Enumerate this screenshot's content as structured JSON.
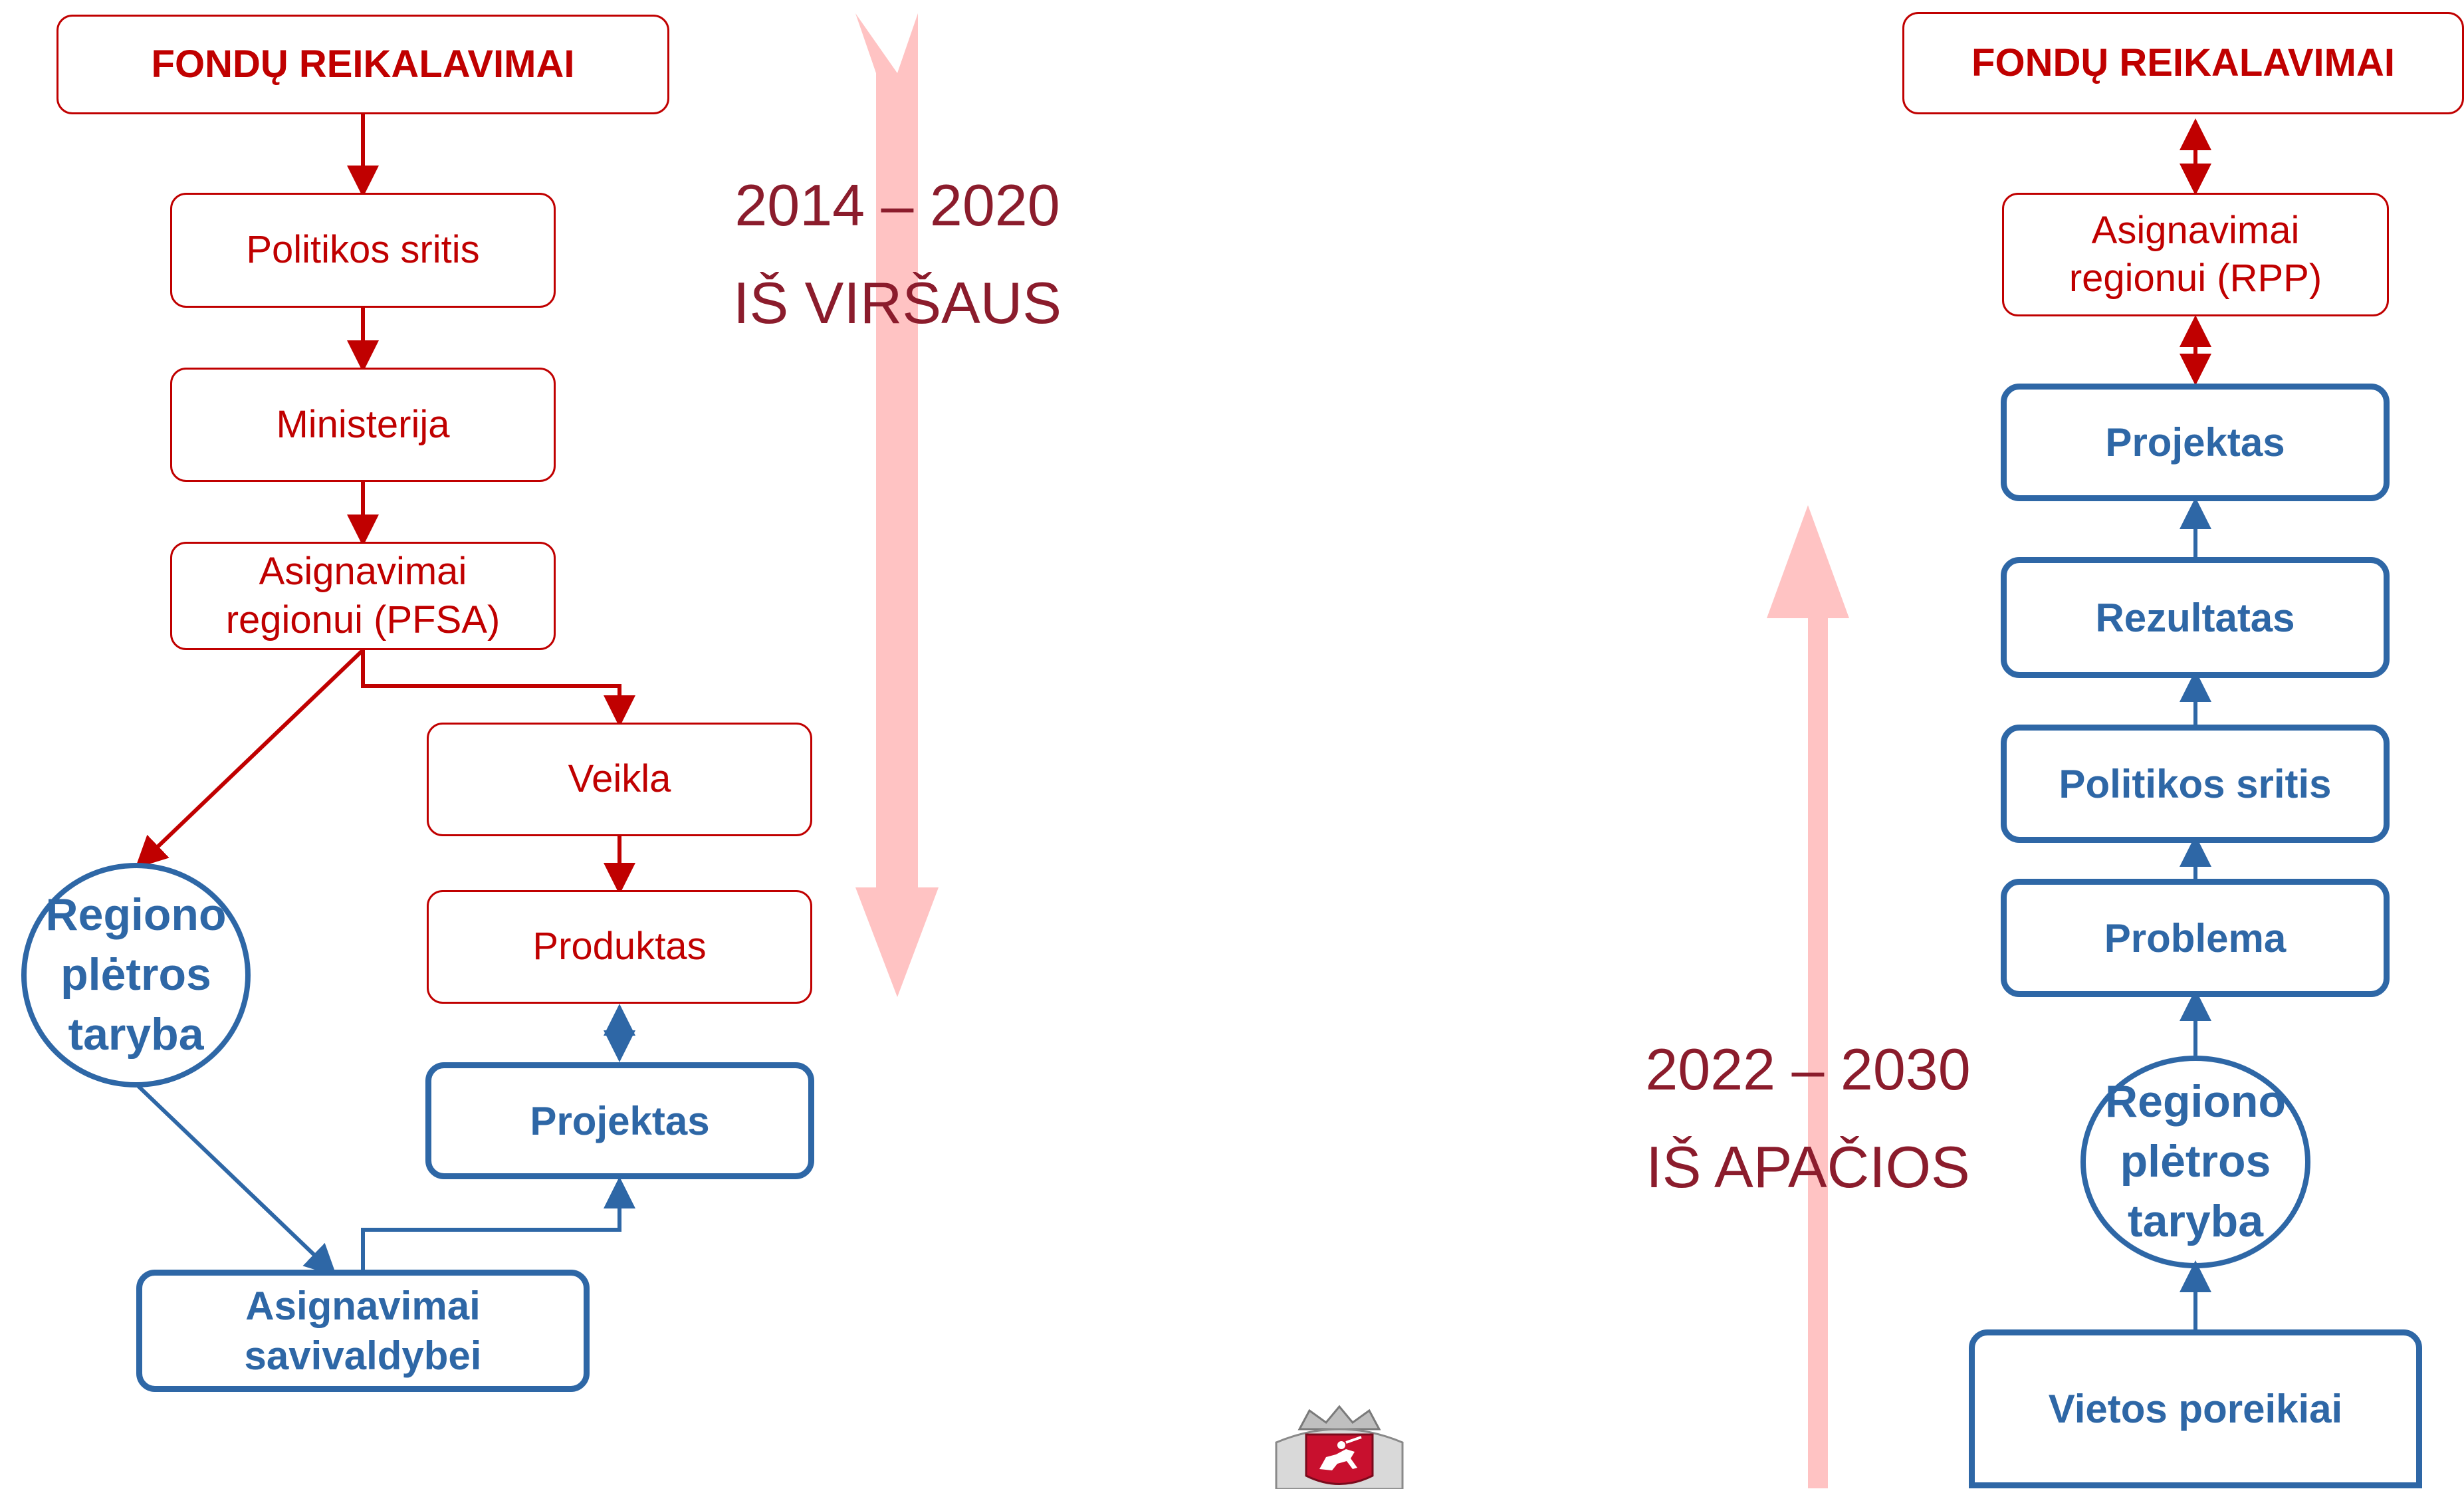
{
  "left_flow": {
    "funds_label": "FONDŲ REIKALAVIMAI",
    "policy_area": "Politikos sritis",
    "ministry": "Ministerija",
    "region_allocation": "Asignavimai\nregionui (PFSA)",
    "activity": "Veikla",
    "product": "Produktas",
    "project": "Projektas",
    "council": "Regiono\nplėtros\ntaryba",
    "municipality_allocation": "Asignavimai\nsavivaldybei"
  },
  "top_down": {
    "period": "2014 – 2020",
    "direction": "IŠ VIRŠAUS"
  },
  "bottom_up": {
    "period": "2022 – 2030",
    "direction": "IŠ APAČIOS"
  },
  "right_flow": {
    "funds_label": "FONDŲ REIKALAVIMAI",
    "region_allocation": "Asignavimai\nregionui (RPP)",
    "project": "Projektas",
    "result": "Rezultatas",
    "policy_area": "Politikos sritis",
    "problem": "Problema",
    "council": "Regiono\nplėtros\ntaryba",
    "local_needs": "Vietos poreikiai"
  },
  "emblem": "coat-of-arms-icon",
  "colors": {
    "red": "#c00000",
    "blue": "#2e67a6",
    "pink_arrow": "#ffc0c0",
    "period_text": "#8b1c2c"
  }
}
